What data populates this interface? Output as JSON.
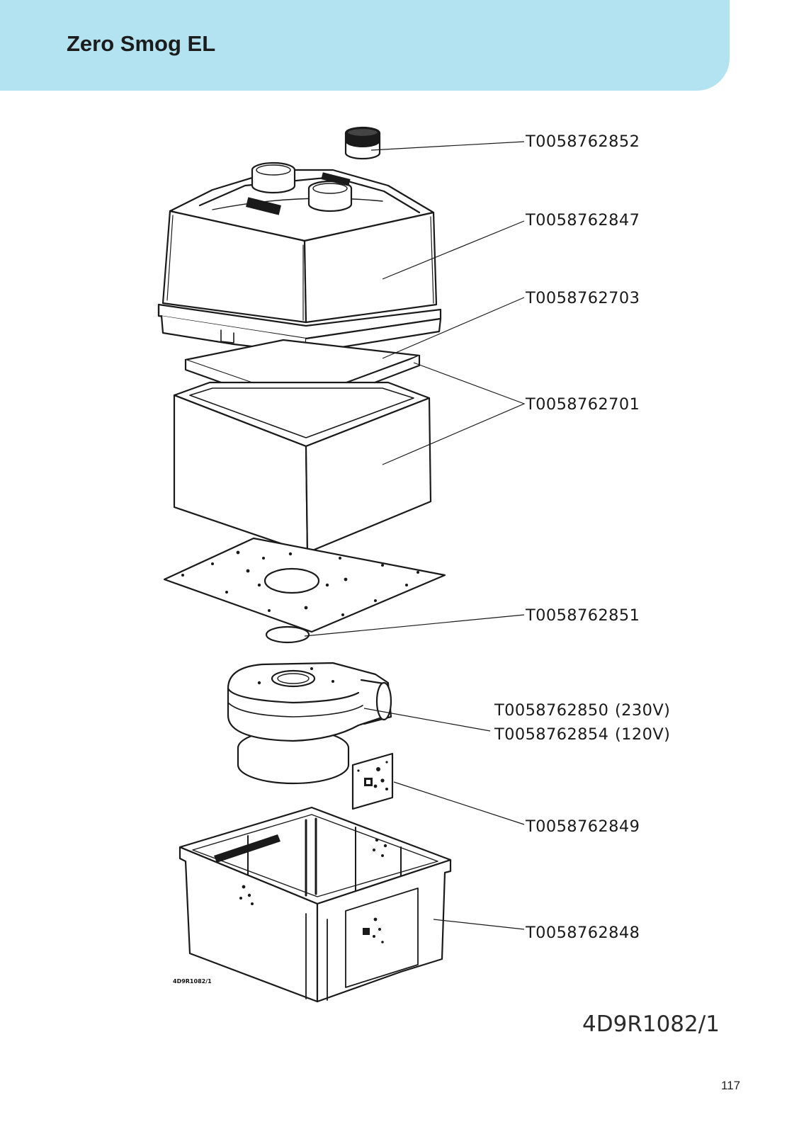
{
  "header": {
    "title": "Zero Smog EL",
    "accent_color": "#b3e3f0"
  },
  "drawing": {
    "parts": {
      "cap_ring": "T0058762852",
      "top_cover": "T0058762847",
      "filter_plate": "T0058762703",
      "filter_box": "T0058762701",
      "gasket": "T0058762851",
      "fan_230v": "T0058762850",
      "fan_230v_voltage": "(230V)",
      "fan_120v": "T0058762854",
      "fan_120v_voltage": "(120V)",
      "circuit_board": "T0058762849",
      "base_housing": "T0058762848"
    },
    "drawing_code_small": "4D9R1082/1",
    "drawing_code": "4D9R1082/1"
  },
  "footer": {
    "page_number": "117"
  }
}
